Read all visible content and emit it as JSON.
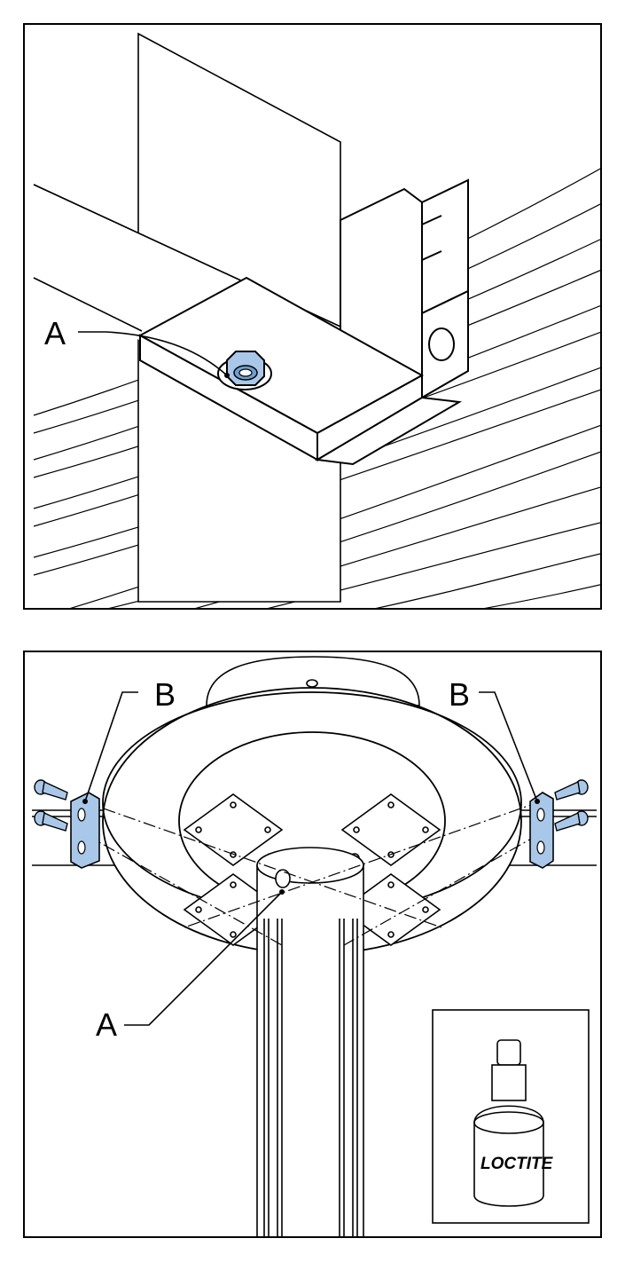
{
  "figure_top": {
    "callouts": {
      "a": "A"
    }
  },
  "figure_bottom": {
    "callouts": {
      "a": "A",
      "b_left": "B",
      "b_right": "B"
    },
    "inset": {
      "bottle_label": "LOCTITE"
    }
  },
  "colors": {
    "line": "#000000",
    "highlight_fill": "#a9c7e8",
    "highlight_dark": "#6f9fd0",
    "background": "#ffffff"
  }
}
